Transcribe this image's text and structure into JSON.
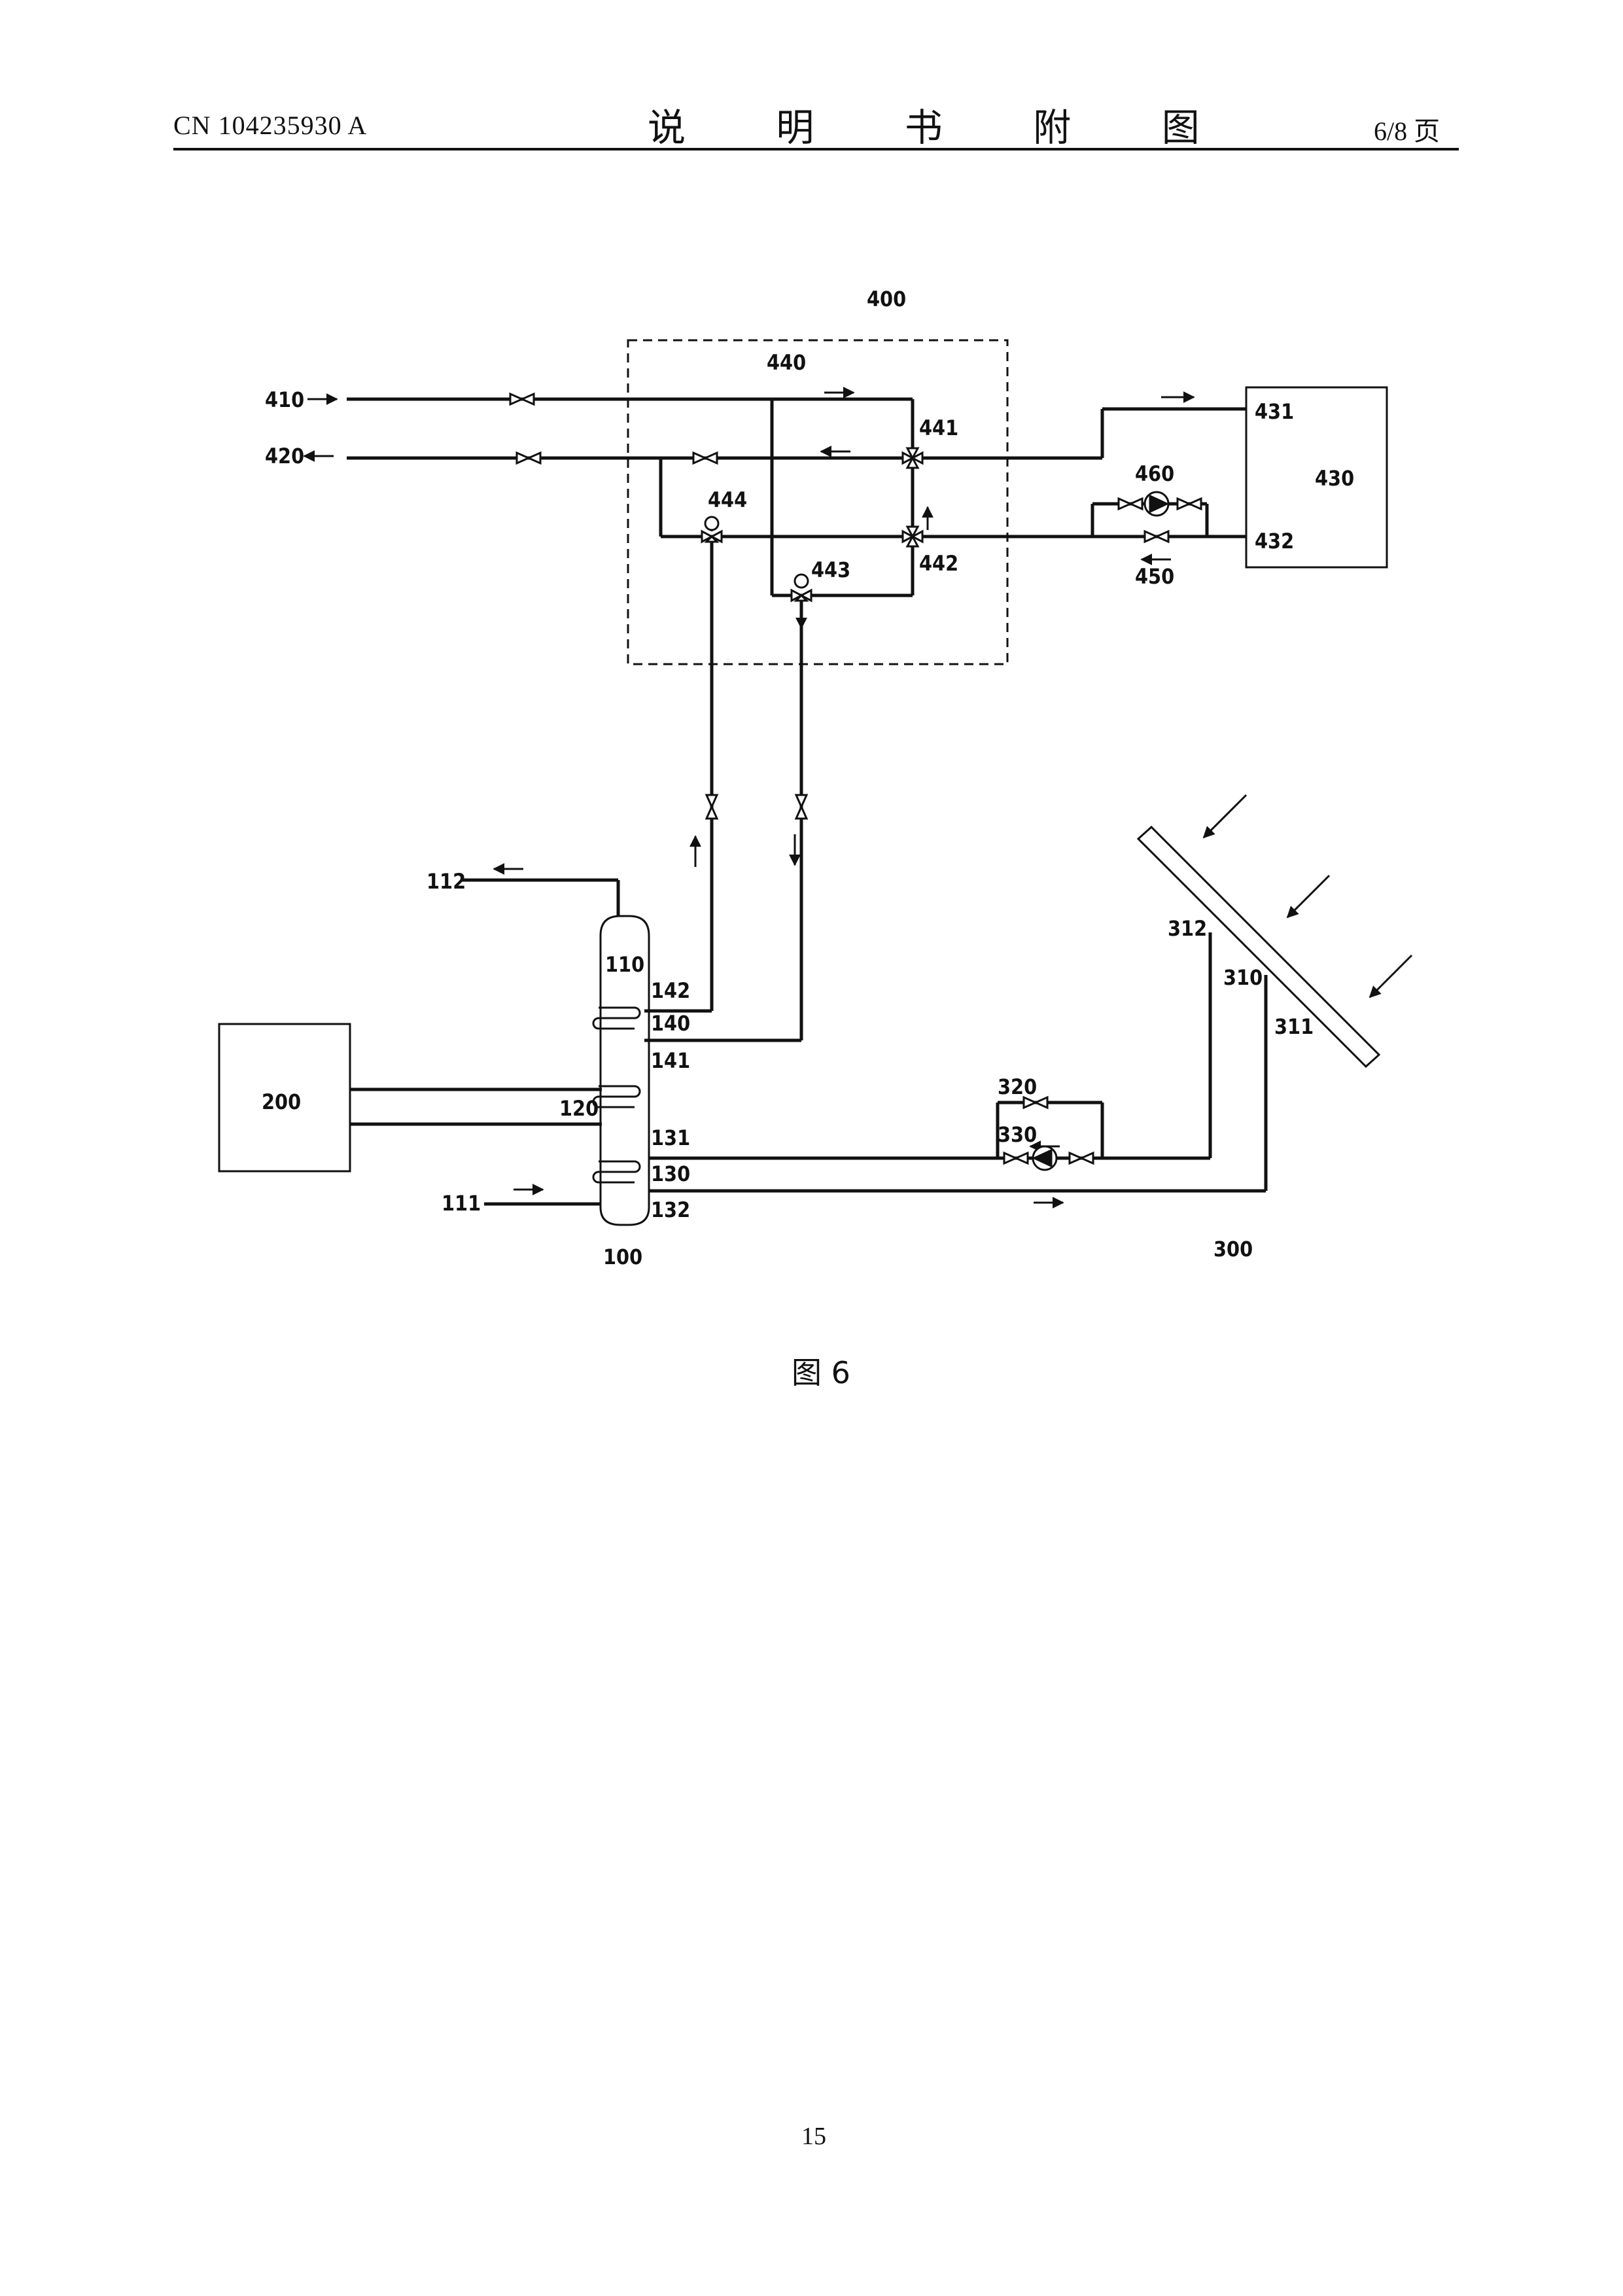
{
  "header": {
    "patent_number": "CN 104235930 A",
    "title": "说 明 书 附 图",
    "page_of": "6/8 页"
  },
  "diagram": {
    "labels": {
      "l400": "400",
      "l440": "440",
      "l410": "410",
      "l420": "420",
      "l441": "441",
      "l442": "442",
      "l443": "443",
      "l444": "444",
      "l430": "430",
      "l431": "431",
      "l432": "432",
      "l450": "450",
      "l460": "460",
      "l112": "112",
      "l110": "110",
      "l142": "142",
      "l140": "140",
      "l141": "141",
      "l200": "200",
      "l120": "120",
      "l131": "131",
      "l130": "130",
      "l132": "132",
      "l111": "111",
      "l100": "100",
      "l320": "320",
      "l330": "330",
      "l312": "312",
      "l310": "310",
      "l311": "311",
      "l300": "300"
    }
  },
  "caption": "图 6",
  "page_number": "15"
}
